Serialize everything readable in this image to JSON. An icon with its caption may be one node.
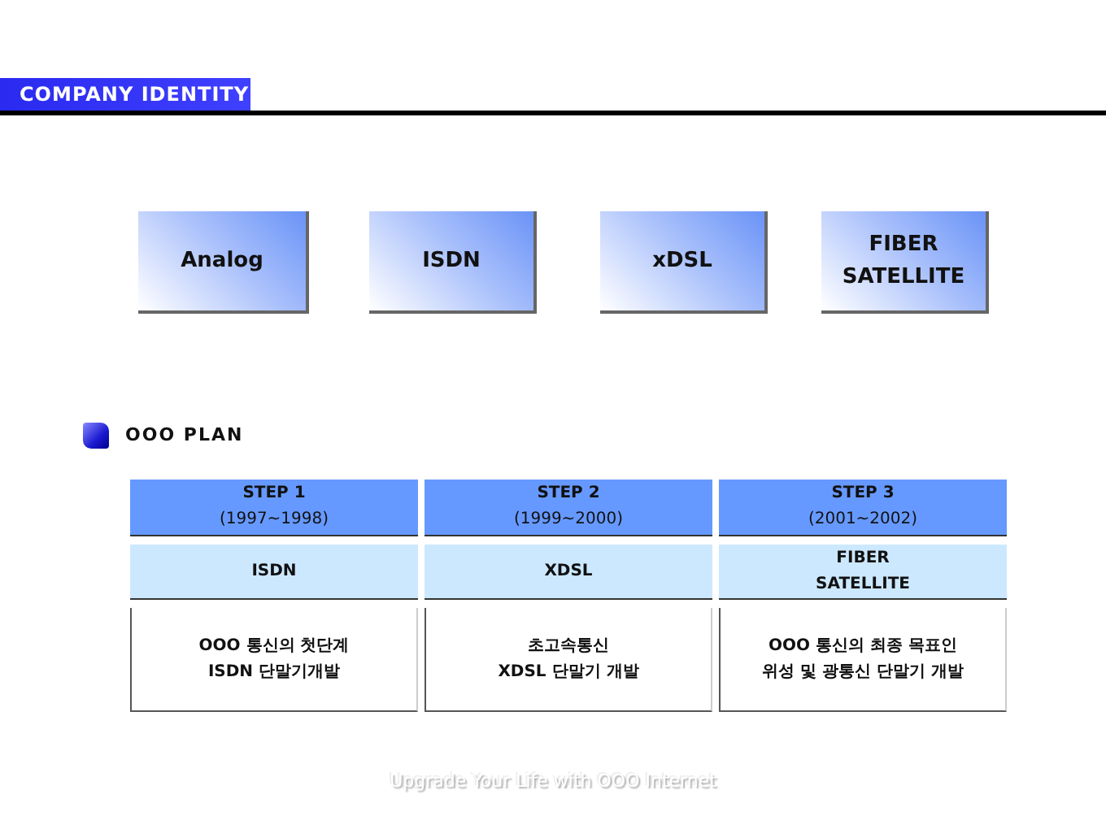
{
  "diagram": {
    "title": "COMPANY IDENTITY",
    "nodes": [
      {
        "text": [
          "Analog"
        ]
      },
      {
        "text": [
          "ISDN"
        ]
      },
      {
        "text": [
          "xDSL"
        ]
      },
      {
        "text": [
          "FIBER SATELLITE"
        ]
      },
      {
        "text": [
          "STEP 1",
          "(1997~1998)"
        ]
      },
      {
        "text": [
          "STEP 2",
          "(1999~2000)"
        ]
      },
      {
        "text": [
          "STEP 3",
          "(2001~2002)"
        ]
      },
      {
        "text": [
          "ISDN"
        ]
      },
      {
        "text": [
          "XDSL"
        ]
      },
      {
        "text": [
          "FIBER SATELLITE"
        ]
      },
      {
        "text": [
          "OOO 통신의 첫단계 ISDN 단말기개발"
        ]
      },
      {
        "text": [
          "초고속통신 XDSL 단말기 개발"
        ]
      },
      {
        "text": [
          "OOO 통신의 최종 목표인 위성 및 광통신 단말기 개발"
        ]
      }
    ],
    "labels": [
      "OOO PLAN",
      "Upgrade Your Life with OOO Internet"
    ]
  }
}
